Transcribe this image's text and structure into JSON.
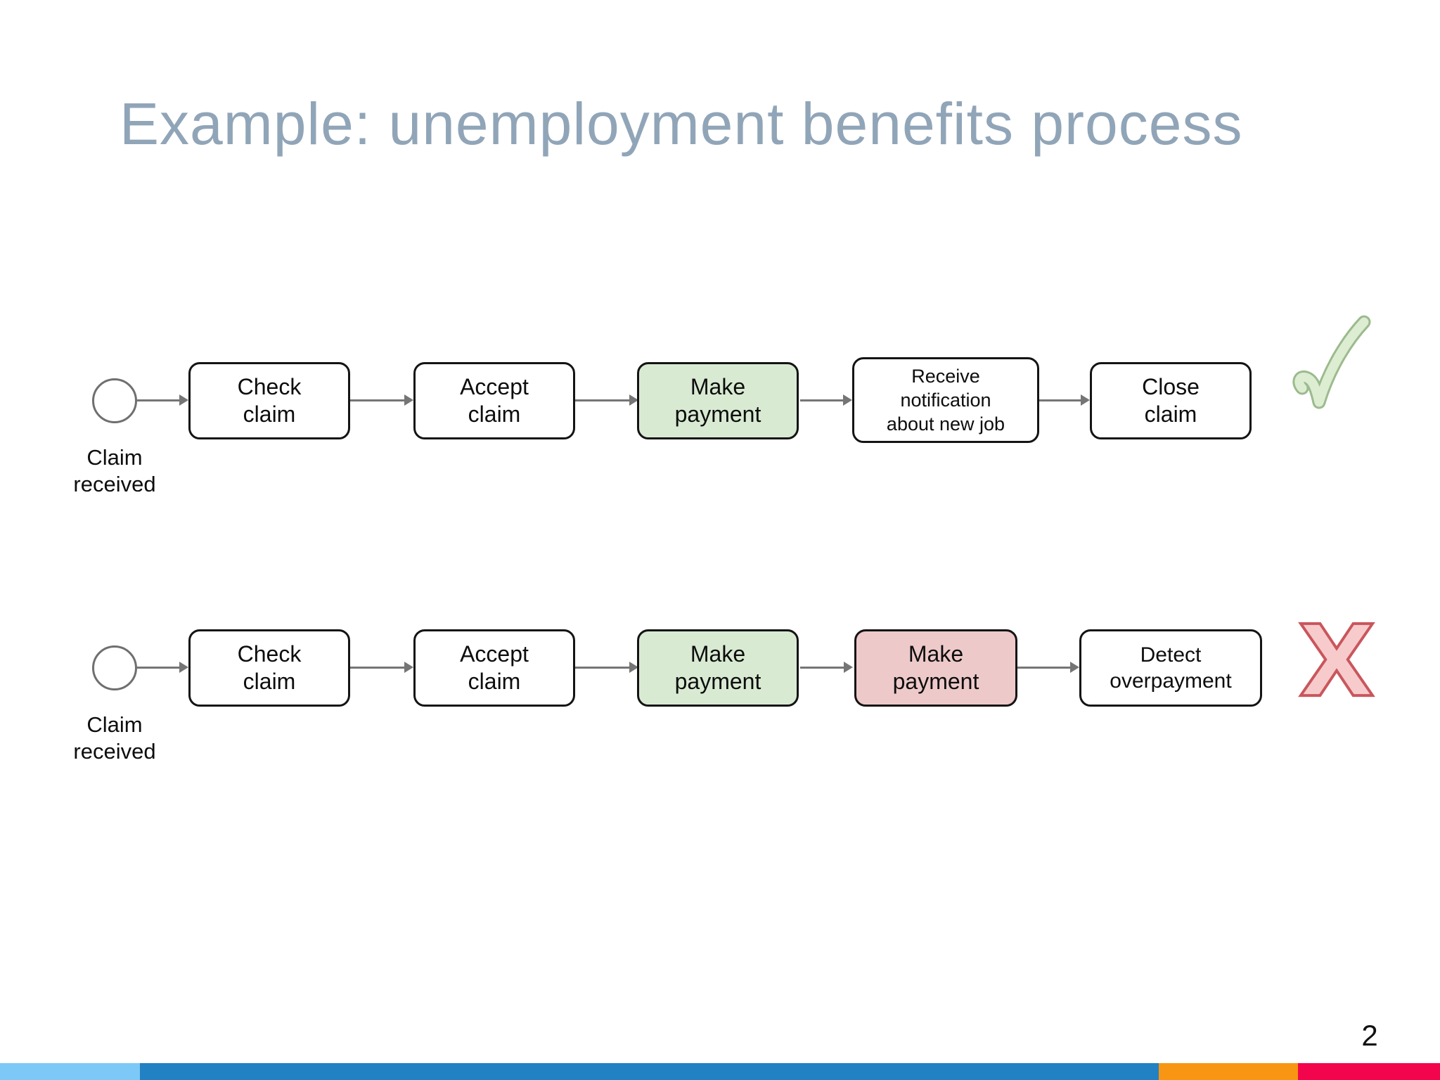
{
  "slide": {
    "title": "Example: unemployment benefits process",
    "page_number": "2"
  },
  "flows": [
    {
      "start_label": "Claim received",
      "steps": [
        {
          "label": "Check claim",
          "variant": "white"
        },
        {
          "label": "Accept claim",
          "variant": "white"
        },
        {
          "label": "Make payment",
          "variant": "green"
        },
        {
          "label": "Receive notification about new job",
          "variant": "white"
        },
        {
          "label": "Close claim",
          "variant": "white"
        }
      ],
      "outcome_icon": "check-mark-icon"
    },
    {
      "start_label": "Claim received",
      "steps": [
        {
          "label": "Check claim",
          "variant": "white"
        },
        {
          "label": "Accept claim",
          "variant": "white"
        },
        {
          "label": "Make payment",
          "variant": "green"
        },
        {
          "label": "Make payment",
          "variant": "red"
        },
        {
          "label": "Detect overpayment",
          "variant": "white"
        }
      ],
      "outcome_icon": "cross-mark-icon"
    }
  ],
  "colors": {
    "title": "#91a5b8",
    "task_border": "#141414",
    "task_fill_white": "#ffffff",
    "task_fill_green": "#d9ead3",
    "task_fill_red": "#eec9ca",
    "arrow": "#757575",
    "event_border": "#6f6f6f",
    "check_fill": "#dcedd1",
    "check_outline": "#9cba8e",
    "cross_fill": "#f7cbcb",
    "cross_outline": "#c9565c",
    "page_number": "#111111",
    "footer_segments": [
      "#7cc9f7",
      "#2181c3",
      "#f89613",
      "#f2054c"
    ]
  }
}
